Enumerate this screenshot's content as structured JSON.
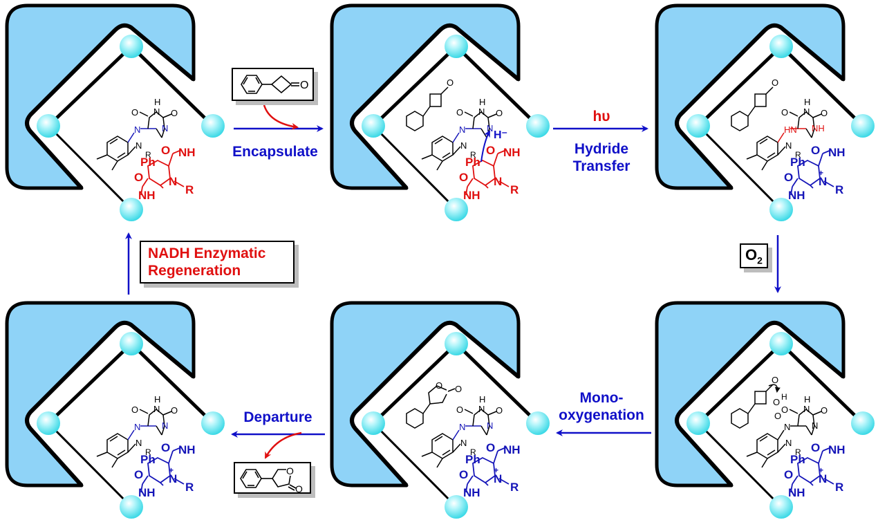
{
  "colors": {
    "cage_fill": "#8fd3f7",
    "cage_stroke": "#000000",
    "sphere": "#5fe6f0",
    "arrow_blue": "#1010c8",
    "highlight_red": "#e01010",
    "reduced_blue": "#1515b8"
  },
  "steps": {
    "encapsulate": "Encapsulate",
    "light": "hυ",
    "hydride_1": "Hydride",
    "hydride_2": "Transfer",
    "oxygen": "O",
    "oxygen_sub": "2",
    "mono_1": "Mono-",
    "mono_2": "oxygenation",
    "departure": "Departure",
    "regen_1": "NADH Enzymatic",
    "regen_2": "Regeneration"
  },
  "substrate_box": {
    "name": "3-phenylcyclobutanone",
    "atom": "O"
  },
  "product_box": {
    "name": "4-phenyl-γ-butyrolactone",
    "atoms": [
      "O",
      "O"
    ]
  },
  "panels": [
    {
      "id": "p1",
      "state": "flavin + NADH mimic (red)",
      "flavin_N_color": "blue",
      "nadh_color": "red",
      "nadh_charged": false,
      "guest": "none",
      "hydride_label": ""
    },
    {
      "id": "p2",
      "state": "substrate encapsulated",
      "flavin_N_color": "blue",
      "nadh_color": "red",
      "nadh_charged": false,
      "guest": "ketone",
      "hydride_label": "H⁻"
    },
    {
      "id": "p3",
      "state": "reduced flavin",
      "flavin_N_color": "red",
      "nadh_color": "blue",
      "nadh_charged": true,
      "guest": "ketone",
      "hydride_label": ""
    },
    {
      "id": "p4",
      "state": "flavin hydroperoxide attack",
      "flavin_N_color": "black",
      "nadh_color": "blue",
      "nadh_charged": true,
      "guest": "ketone-peroxide",
      "hydride_label": ""
    },
    {
      "id": "p5",
      "state": "lactone formed",
      "flavin_N_color": "blue",
      "nadh_color": "blue",
      "nadh_charged": true,
      "guest": "lactone",
      "hydride_label": ""
    },
    {
      "id": "p6",
      "state": "product released",
      "flavin_N_color": "blue",
      "nadh_color": "blue",
      "nadh_charged": true,
      "guest": "none",
      "hydride_label": ""
    }
  ],
  "atom_labels": {
    "O": "O",
    "N": "N",
    "H": "H",
    "NH": "NH",
    "HN": "HN",
    "R": "R",
    "Ph": "Ph",
    "plus": "+"
  }
}
